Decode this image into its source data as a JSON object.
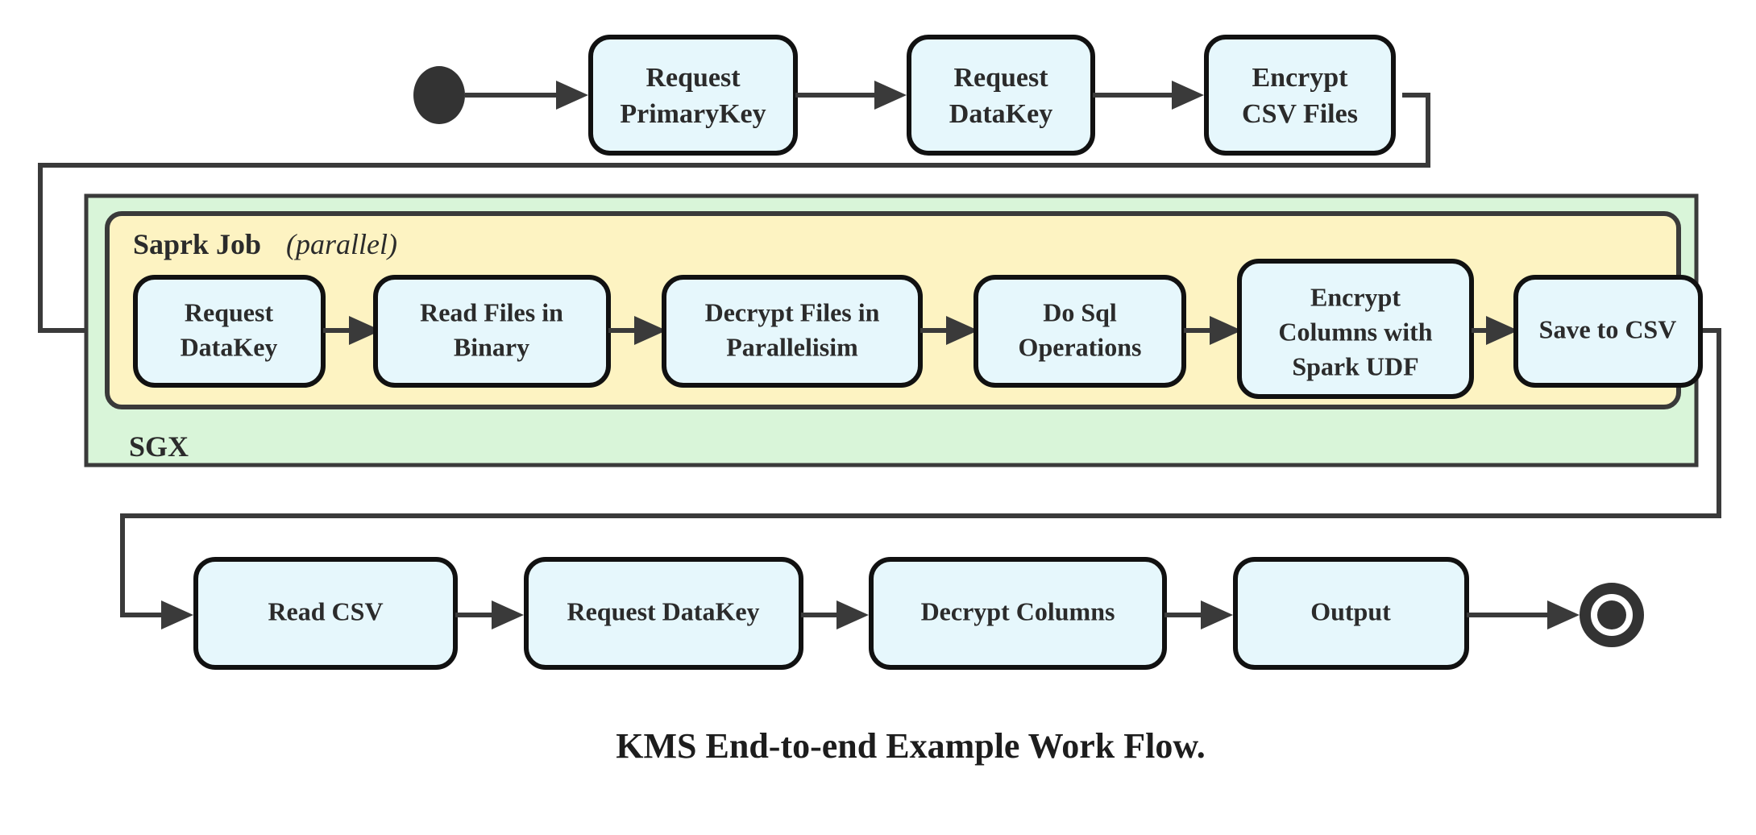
{
  "figure": {
    "caption": "KMS End-to-end Example Work Flow.",
    "type": "flowchart",
    "colors": {
      "node_fill": "#e6f7fc",
      "node_stroke": "#111111",
      "sgx_fill": "#d9f5d9",
      "spark_fill": "#fdf3c2",
      "connector": "#3a3a3a",
      "text": "#2b2b2b"
    }
  },
  "nodes": {
    "start": {
      "name": "start-node",
      "shape": "filled-circle"
    },
    "end": {
      "name": "end-node",
      "shape": "ring-with-dot"
    },
    "top_row": [
      {
        "id": "request-primarykey",
        "line1": "Request",
        "line2": "PrimaryKey"
      },
      {
        "id": "request-datakey-top",
        "line1": "Request",
        "line2": "DataKey"
      },
      {
        "id": "encrypt-csv-files",
        "line1": "Encrypt",
        "line2": "CSV Files"
      }
    ],
    "spark_row": [
      {
        "id": "request-datakey-spark",
        "line1": "Request",
        "line2": "DataKey"
      },
      {
        "id": "read-files-in-binary",
        "line1": "Read Files in",
        "line2": "Binary"
      },
      {
        "id": "decrypt-files-in-parallelisim",
        "line1": "Decrypt Files in",
        "line2": "Parallelisim"
      },
      {
        "id": "do-sql-operations",
        "line1": "Do Sql",
        "line2": "Operations"
      },
      {
        "id": "encrypt-columns-with-spark-udf",
        "line1": "Encrypt",
        "line2": "Columns with",
        "line3": "Spark UDF"
      },
      {
        "id": "save-to-csv",
        "line1": "Save to CSV"
      }
    ],
    "bottom_row": [
      {
        "id": "read-csv",
        "line1": "Read CSV"
      },
      {
        "id": "request-datakey-bottom",
        "line1": "Request DataKey"
      },
      {
        "id": "decrypt-columns",
        "line1": "Decrypt Columns"
      },
      {
        "id": "output",
        "line1": "Output"
      }
    ]
  },
  "containers": {
    "sgx": {
      "label": "SGX"
    },
    "spark_job": {
      "label": "Saprk Job",
      "qualifier": "(parallel)",
      "qualifier_open": "(",
      "qualifier_word": "parallel",
      "qualifier_close": ")"
    }
  }
}
